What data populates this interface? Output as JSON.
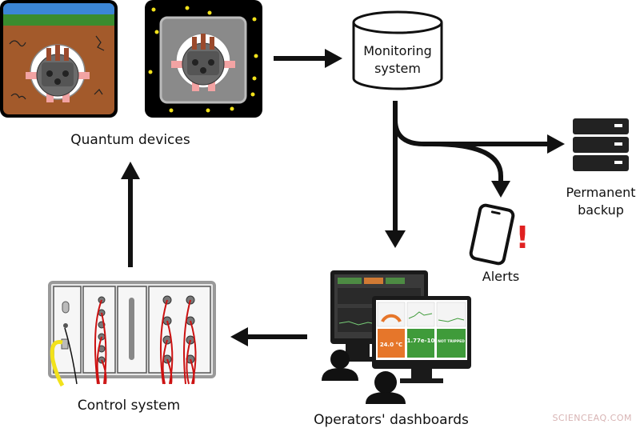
{
  "labels": {
    "quantum_devices": "Quantum devices",
    "monitoring_line1": "Monitoring",
    "monitoring_line2": "system",
    "permanent_line1": "Permanent",
    "permanent_line2": "backup",
    "alerts": "Alerts",
    "alert_mark": "!",
    "control_system": "Control system",
    "operators_dashboards": "Operators' dashboards"
  },
  "dashboard": {
    "temperature": "24.0 °C",
    "pressure": "1.77e-10",
    "status": "NOT TRIPPED"
  },
  "watermark": "SCIENCEAQ.COM",
  "colors": {
    "arrow": "#111111",
    "ground_brown": "#a35a2b",
    "grass_green": "#3a8c2e",
    "sky_blue": "#3b86d6",
    "space_black": "#000000",
    "star_yellow": "#f2e21b",
    "alert_red": "#e02020",
    "gauge_orange": "#e6762a",
    "panel_green": "#3f9b3a",
    "cable_red": "#cc1111",
    "cable_yellow": "#f2e21b"
  }
}
